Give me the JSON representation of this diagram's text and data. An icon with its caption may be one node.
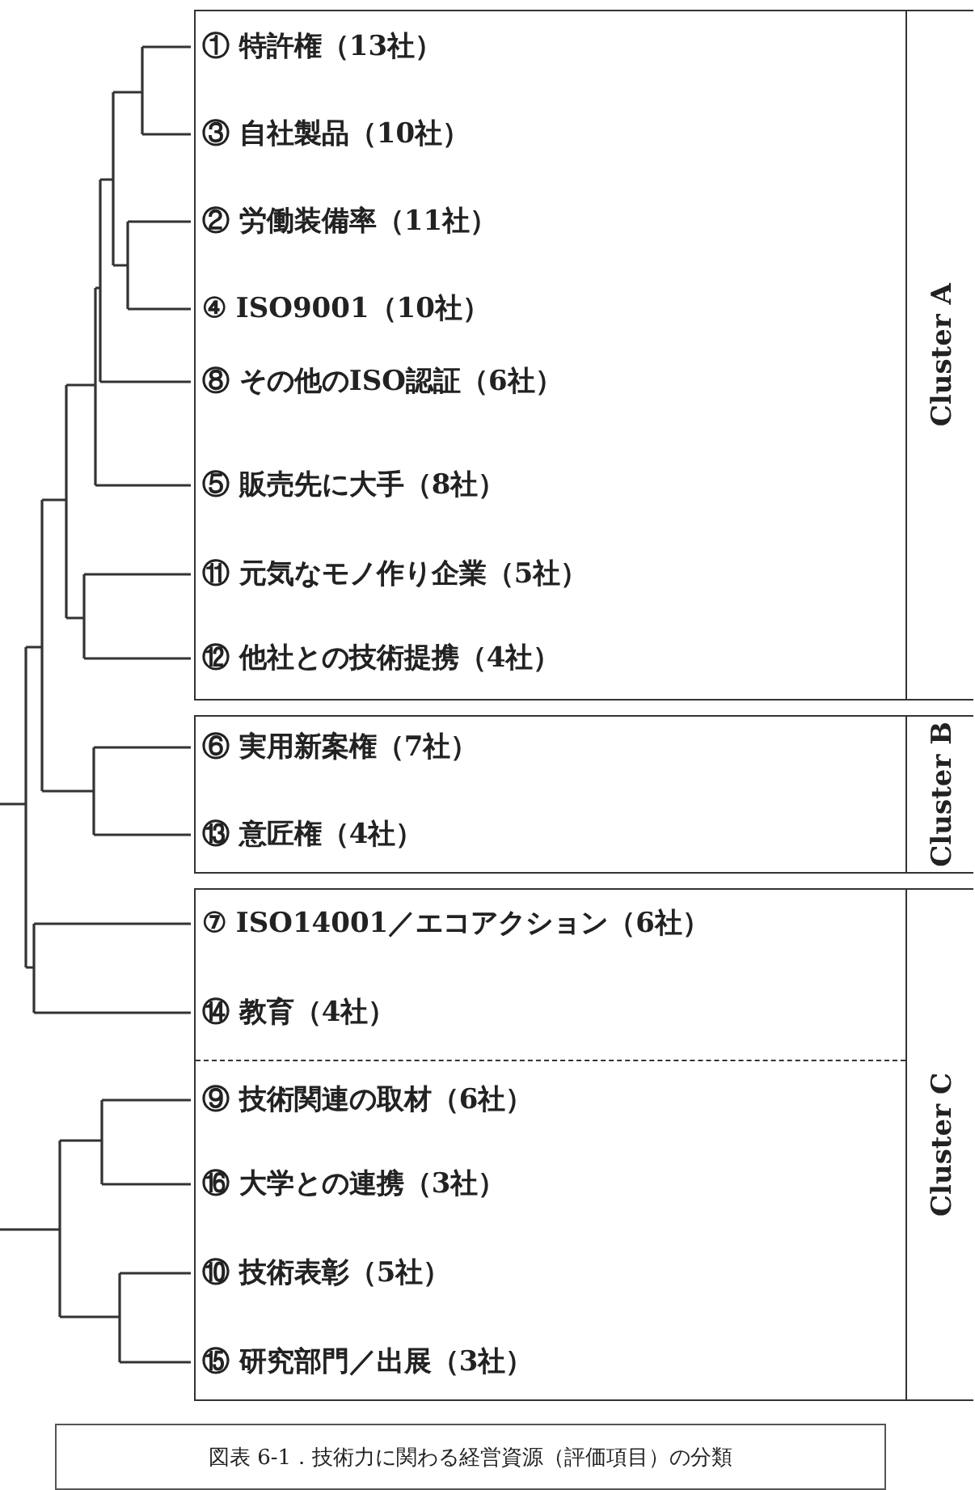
{
  "diagram": {
    "caption": "図表 6-1．技術力に関わる経営資源（評価項目）の分類",
    "nodes": [
      {
        "text": [
          "Cluster A"
        ]
      },
      {
        "text": [
          "① 特許権（13社）"
        ],
        "in": 0
      },
      {
        "text": [
          "③ 自社製品（10社）"
        ],
        "in": 0
      },
      {
        "text": [
          "② 労働装備率（11社）"
        ],
        "in": 0
      },
      {
        "text": [
          "④ ISO9001（10社）"
        ],
        "in": 0
      },
      {
        "text": [
          "⑧ その他のISO認証（6社）"
        ],
        "in": 0
      },
      {
        "text": [
          "⑤ 販売先に大手（8社）"
        ],
        "in": 0
      },
      {
        "text": [
          "⑪ 元気なモノ作り企業（5社）"
        ],
        "in": 0
      },
      {
        "text": [
          "⑫ 他社との技術提携（4社）"
        ],
        "in": 0
      },
      {
        "text": [
          "Cluster B"
        ]
      },
      {
        "text": [
          "⑥ 実用新案権（7社）"
        ],
        "in": 9
      },
      {
        "text": [
          "⑬ 意匠権（4社）"
        ],
        "in": 9
      },
      {
        "text": [
          "Cluster C"
        ]
      },
      {
        "text": [
          "⑦ ISO14001／エコアクション（6社）"
        ],
        "in": 12
      },
      {
        "text": [
          "⑭ 教育（4社）"
        ],
        "in": 12
      },
      {
        "text": [
          "⑨ 技術関連の取材（6社）"
        ],
        "in": 12
      },
      {
        "text": [
          "⑯ 大学との連携（3社）"
        ],
        "in": 12
      },
      {
        "text": [
          "⑩ 技術表彰（5社）"
        ],
        "in": 12
      },
      {
        "text": [
          "⑮ 研究部門／出展（3社）"
        ],
        "in": 12
      }
    ]
  }
}
